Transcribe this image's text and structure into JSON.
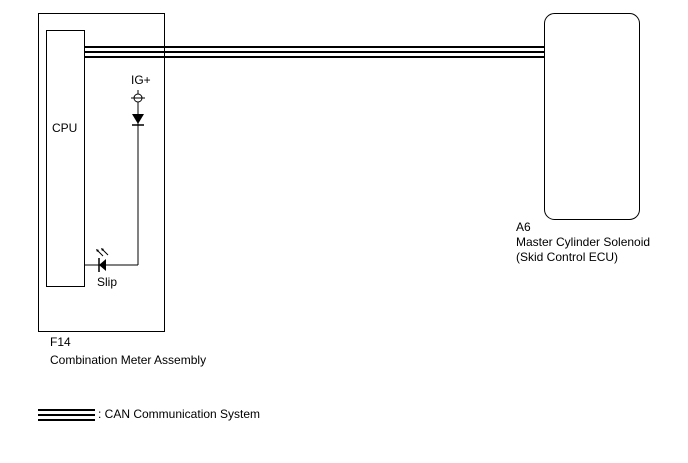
{
  "diagram": {
    "left_component": {
      "code": "F14",
      "name": "Combination Meter Assembly",
      "cpu_label": "CPU",
      "power_label": "IG+",
      "indicator_label": "Slip"
    },
    "right_component": {
      "code": "A6",
      "name_line1": "Master Cylinder Solenoid",
      "name_line2": "(Skid Control ECU)"
    },
    "legend": {
      "text": ": CAN Communication System"
    }
  }
}
